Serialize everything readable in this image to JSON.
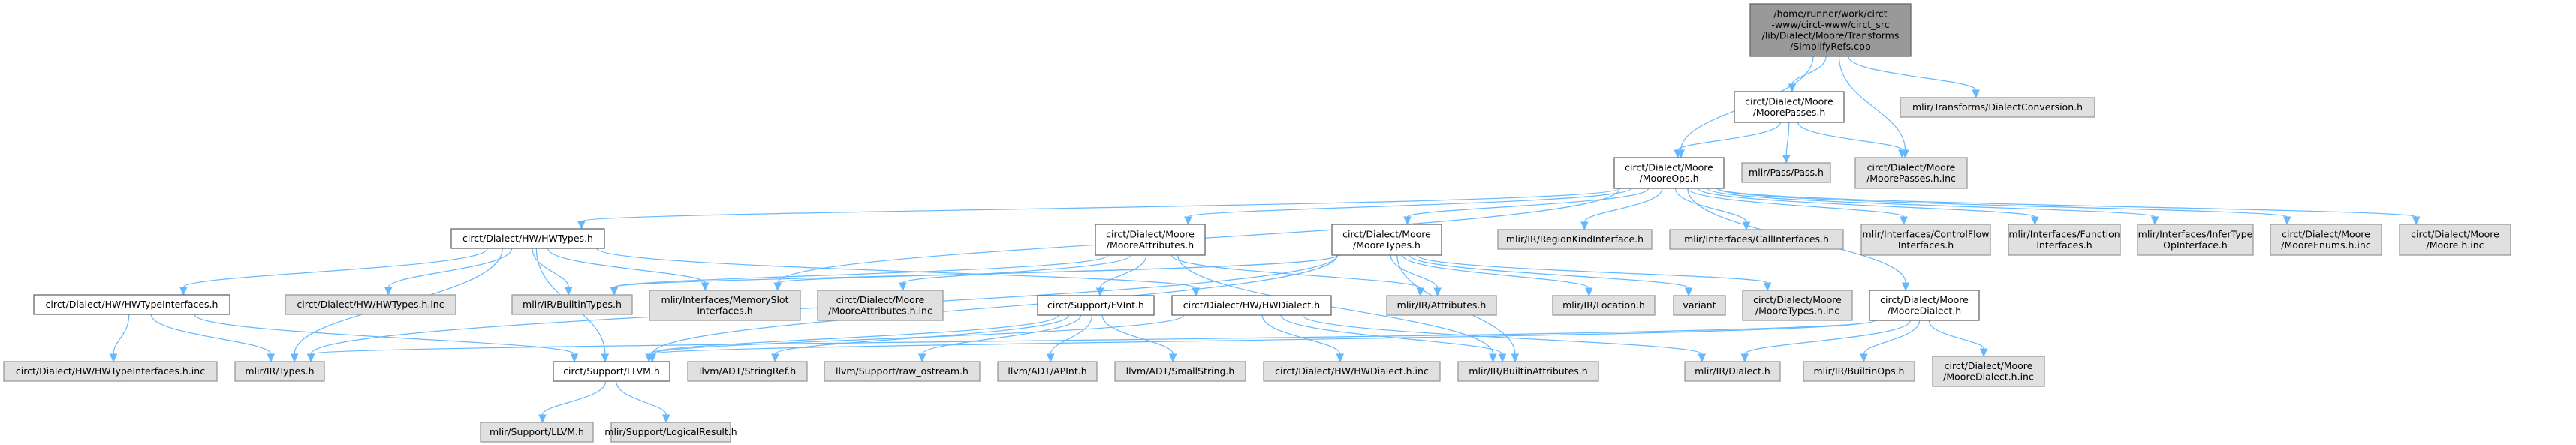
{
  "diagram": {
    "title": "Include dependency graph for SimplifyRefs.cpp",
    "colors": {
      "edge": "#63b8ff",
      "root_fill": "#999999",
      "plain_fill": "#ffffff",
      "external_fill": "#e0e0e0"
    },
    "nodes": [
      {
        "id": "root",
        "kind": "root",
        "lines": [
          "/home/runner/work/circt",
          "-www/circt-www/circt_src",
          "/lib/Dialect/Moore/Transforms",
          "/SimplifyRefs.cpp"
        ]
      },
      {
        "id": "moorepasses",
        "kind": "plain",
        "lines": [
          "circt/Dialect/Moore",
          "/MoorePasses.h"
        ]
      },
      {
        "id": "dialectconv",
        "kind": "ext",
        "lines": [
          "mlir/Transforms/DialectConversion.h"
        ]
      },
      {
        "id": "mooreops",
        "kind": "plain",
        "lines": [
          "circt/Dialect/Moore",
          "/MooreOps.h"
        ]
      },
      {
        "id": "pass",
        "kind": "ext",
        "lines": [
          "mlir/Pass/Pass.h"
        ]
      },
      {
        "id": "moorepassesinc",
        "kind": "ext",
        "lines": [
          "circt/Dialect/Moore",
          "/MoorePasses.h.inc"
        ]
      },
      {
        "id": "hwtypes",
        "kind": "plain",
        "lines": [
          "circt/Dialect/HW/HWTypes.h"
        ]
      },
      {
        "id": "mooreattrs",
        "kind": "plain",
        "lines": [
          "circt/Dialect/Moore",
          "/MooreAttributes.h"
        ]
      },
      {
        "id": "mooretypes",
        "kind": "plain",
        "lines": [
          "circt/Dialect/Moore",
          "/MooreTypes.h"
        ]
      },
      {
        "id": "regionkind",
        "kind": "ext",
        "lines": [
          "mlir/IR/RegionKindInterface.h"
        ]
      },
      {
        "id": "callif",
        "kind": "ext",
        "lines": [
          "mlir/Interfaces/CallInterfaces.h"
        ]
      },
      {
        "id": "controlflow",
        "kind": "ext",
        "lines": [
          "mlir/Interfaces/ControlFlow",
          "Interfaces.h"
        ]
      },
      {
        "id": "functionif",
        "kind": "ext",
        "lines": [
          "mlir/Interfaces/Function",
          "Interfaces.h"
        ]
      },
      {
        "id": "infertype",
        "kind": "ext",
        "lines": [
          "mlir/Interfaces/InferType",
          "OpInterface.h"
        ]
      },
      {
        "id": "mooreenums",
        "kind": "ext",
        "lines": [
          "circt/Dialect/Moore",
          "/MooreEnums.h.inc"
        ]
      },
      {
        "id": "mooreinc",
        "kind": "ext",
        "lines": [
          "circt/Dialect/Moore",
          "/Moore.h.inc"
        ]
      },
      {
        "id": "hwtypeif",
        "kind": "plain",
        "lines": [
          "circt/Dialect/HW/HWTypeInterfaces.h"
        ]
      },
      {
        "id": "hwtypesinc",
        "kind": "ext",
        "lines": [
          "circt/Dialect/HW/HWTypes.h.inc"
        ]
      },
      {
        "id": "builtintypes",
        "kind": "ext",
        "lines": [
          "mlir/IR/BuiltinTypes.h"
        ]
      },
      {
        "id": "memslot",
        "kind": "ext",
        "lines": [
          "mlir/Interfaces/MemorySlot",
          "Interfaces.h"
        ]
      },
      {
        "id": "mooreattrsinc",
        "kind": "ext",
        "lines": [
          "circt/Dialect/Moore",
          "/MooreAttributes.h.inc"
        ]
      },
      {
        "id": "fvint",
        "kind": "plain",
        "lines": [
          "circt/Support/FVInt.h"
        ]
      },
      {
        "id": "hwdialect",
        "kind": "plain",
        "lines": [
          "circt/Dialect/HW/HWDialect.h"
        ]
      },
      {
        "id": "attributes",
        "kind": "ext",
        "lines": [
          "mlir/IR/Attributes.h"
        ]
      },
      {
        "id": "location",
        "kind": "ext",
        "lines": [
          "mlir/IR/Location.h"
        ]
      },
      {
        "id": "variant",
        "kind": "ext",
        "lines": [
          "variant"
        ]
      },
      {
        "id": "mooretypesinc",
        "kind": "ext",
        "lines": [
          "circt/Dialect/Moore",
          "/MooreTypes.h.inc"
        ]
      },
      {
        "id": "mooredialect",
        "kind": "plain",
        "lines": [
          "circt/Dialect/Moore",
          "/MooreDialect.h"
        ]
      },
      {
        "id": "hwtypeifinc",
        "kind": "ext",
        "lines": [
          "circt/Dialect/HW/HWTypeInterfaces.h.inc"
        ]
      },
      {
        "id": "types",
        "kind": "ext",
        "lines": [
          "mlir/IR/Types.h"
        ]
      },
      {
        "id": "circtllvm",
        "kind": "plain",
        "lines": [
          "circt/Support/LLVM.h"
        ]
      },
      {
        "id": "stringref",
        "kind": "ext",
        "lines": [
          "llvm/ADT/StringRef.h"
        ]
      },
      {
        "id": "rawostream",
        "kind": "ext",
        "lines": [
          "llvm/Support/raw_ostream.h"
        ]
      },
      {
        "id": "apint",
        "kind": "ext",
        "lines": [
          "llvm/ADT/APInt.h"
        ]
      },
      {
        "id": "smallstring",
        "kind": "ext",
        "lines": [
          "llvm/ADT/SmallString.h"
        ]
      },
      {
        "id": "hwdialectinc",
        "kind": "ext",
        "lines": [
          "circt/Dialect/HW/HWDialect.h.inc"
        ]
      },
      {
        "id": "builtinattrs",
        "kind": "ext",
        "lines": [
          "mlir/IR/BuiltinAttributes.h"
        ]
      },
      {
        "id": "dialect",
        "kind": "ext",
        "lines": [
          "mlir/IR/Dialect.h"
        ]
      },
      {
        "id": "builtinops",
        "kind": "ext",
        "lines": [
          "mlir/IR/BuiltinOps.h"
        ]
      },
      {
        "id": "mooredialectinc",
        "kind": "ext",
        "lines": [
          "circt/Dialect/Moore",
          "/MooreDialect.h.inc"
        ]
      },
      {
        "id": "mlirllvm",
        "kind": "ext",
        "lines": [
          "mlir/Support/LLVM.h"
        ]
      },
      {
        "id": "logicalresult",
        "kind": "ext",
        "lines": [
          "mlir/Support/LogicalResult.h"
        ]
      }
    ],
    "edges": [
      [
        "root",
        "mooreops"
      ],
      [
        "root",
        "moorepasses"
      ],
      [
        "root",
        "moorepassesinc"
      ],
      [
        "root",
        "dialectconv"
      ],
      [
        "moorepasses",
        "mooreops"
      ],
      [
        "moorepasses",
        "pass"
      ],
      [
        "moorepasses",
        "moorepassesinc"
      ],
      [
        "mooreops",
        "hwtypes"
      ],
      [
        "mooreops",
        "mooreattrs"
      ],
      [
        "mooreops",
        "mooretypes"
      ],
      [
        "mooreops",
        "mooredialect"
      ],
      [
        "mooreops",
        "regionkind"
      ],
      [
        "mooreops",
        "callif"
      ],
      [
        "mooreops",
        "controlflow"
      ],
      [
        "mooreops",
        "functionif"
      ],
      [
        "mooreops",
        "infertype"
      ],
      [
        "mooreops",
        "mooreenums"
      ],
      [
        "mooreops",
        "mooreinc"
      ],
      [
        "mooreops",
        "memslot"
      ],
      [
        "hwtypes",
        "hwtypeif"
      ],
      [
        "hwtypes",
        "hwtypesinc"
      ],
      [
        "hwtypes",
        "builtintypes"
      ],
      [
        "hwtypes",
        "memslot"
      ],
      [
        "hwtypes",
        "types"
      ],
      [
        "hwtypes",
        "circtllvm"
      ],
      [
        "hwtypes",
        "hwdialect"
      ],
      [
        "hwtypeif",
        "hwtypeifinc"
      ],
      [
        "hwtypeif",
        "types"
      ],
      [
        "hwtypeif",
        "circtllvm"
      ],
      [
        "mooreattrs",
        "builtintypes"
      ],
      [
        "mooreattrs",
        "mooreattrsinc"
      ],
      [
        "mooreattrs",
        "fvint"
      ],
      [
        "mooreattrs",
        "attributes"
      ],
      [
        "mooreattrs",
        "builtinattrs"
      ],
      [
        "mooretypes",
        "memslot"
      ],
      [
        "mooretypes",
        "types"
      ],
      [
        "mooretypes",
        "circtllvm"
      ],
      [
        "mooretypes",
        "attributes"
      ],
      [
        "mooretypes",
        "location"
      ],
      [
        "mooretypes",
        "variant"
      ],
      [
        "mooretypes",
        "mooretypesinc"
      ],
      [
        "mooretypes",
        "builtinattrs"
      ],
      [
        "mooretypes",
        "builtintypes"
      ],
      [
        "fvint",
        "circtllvm"
      ],
      [
        "fvint",
        "stringref"
      ],
      [
        "fvint",
        "rawostream"
      ],
      [
        "fvint",
        "apint"
      ],
      [
        "fvint",
        "smallstring"
      ],
      [
        "hwdialect",
        "circtllvm"
      ],
      [
        "hwdialect",
        "hwdialectinc"
      ],
      [
        "hwdialect",
        "builtinattrs"
      ],
      [
        "hwdialect",
        "dialect"
      ],
      [
        "mooredialect",
        "circtllvm"
      ],
      [
        "mooredialect",
        "dialect"
      ],
      [
        "mooredialect",
        "builtinops"
      ],
      [
        "mooredialect",
        "mooredialectinc"
      ],
      [
        "mooredialect",
        "types"
      ],
      [
        "circtllvm",
        "mlirllvm"
      ],
      [
        "circtllvm",
        "logicalresult"
      ]
    ]
  }
}
